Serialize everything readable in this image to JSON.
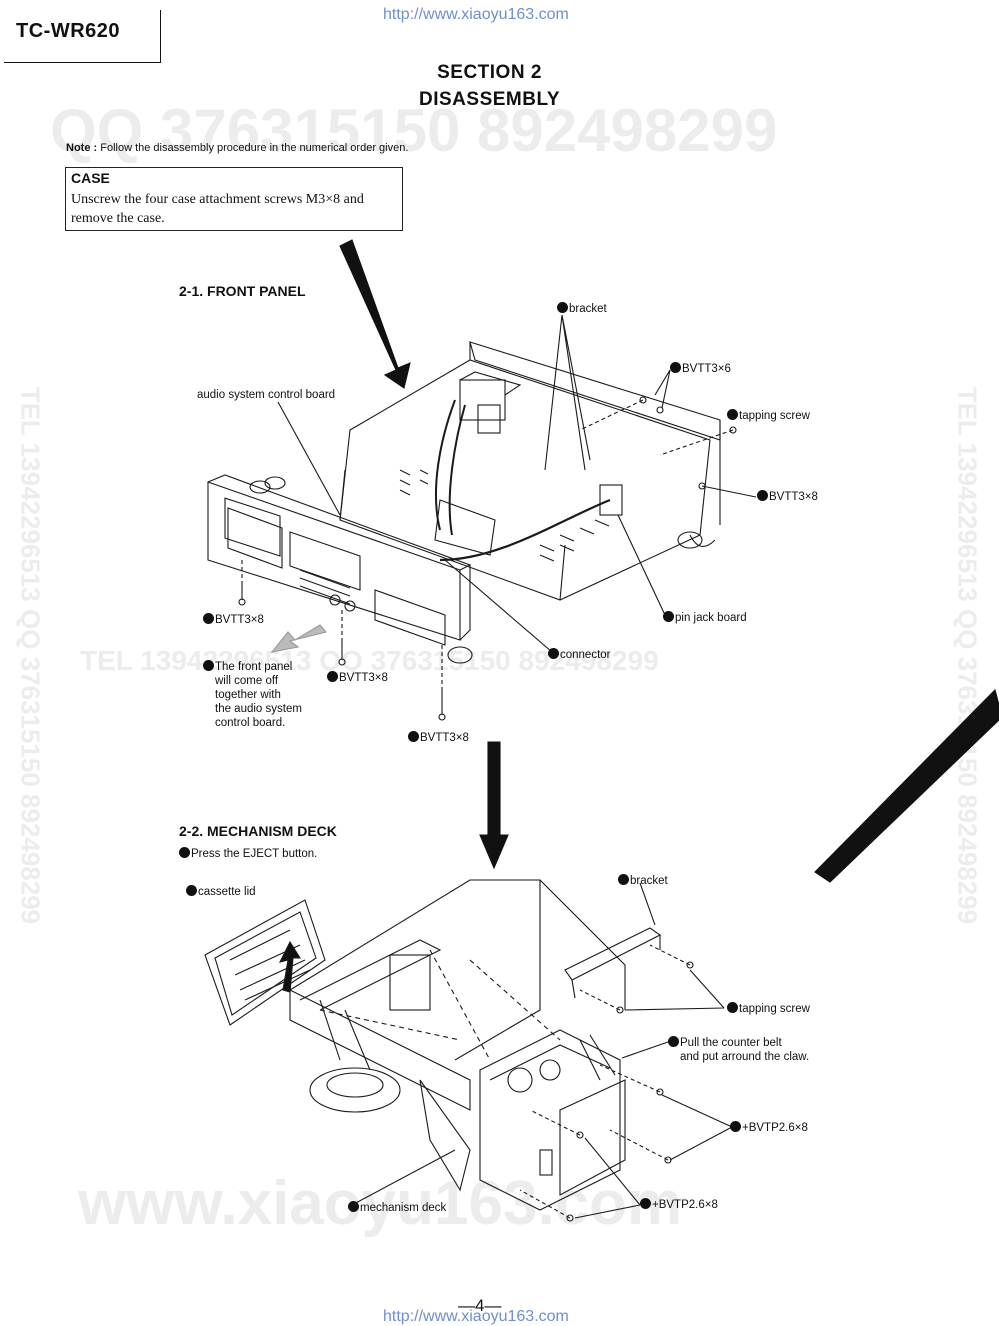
{
  "header": {
    "model": "TC-WR620",
    "url_top": "http://www.xiaoyu163.com",
    "url_bottom": "http://www.xiaoyu163.com"
  },
  "title": {
    "line1": "SECTION 2",
    "line2": "DISASSEMBLY"
  },
  "watermarks": {
    "qq_line": "QQ 376315150    892498299",
    "tel_line": "TEL 13942296513   QQ 376315150   892498299",
    "side_vertical": "TEL 13942296513  QQ 376315150  892498299",
    "www": "www.xiaoyu163.com"
  },
  "note": {
    "label": "Note :",
    "text": "Follow the disassembly procedure in the numerical order given."
  },
  "case": {
    "heading": "CASE",
    "text": "Unscrew the four case attachment screws M3×8 and remove the case."
  },
  "section_front": {
    "heading": "2-1. FRONT PANEL",
    "labels": {
      "bracket": "bracket",
      "bvtt3x6": "BVTT3×6",
      "tapping_screw": "tapping screw",
      "audio_board": "audio system control board",
      "bvtt3x8_right": "BVTT3×8",
      "pin_jack": "pin jack board",
      "connector": "connector",
      "bvtt3x8_left": "BVTT3×8",
      "bvtt3x8_mid": "BVTT3×8",
      "bvtt3x8_bottom": "BVTT3×8",
      "front_panel_note": [
        "The front panel",
        "will come off",
        "together with",
        "the audio system",
        "control board."
      ]
    }
  },
  "section_mech": {
    "heading": "2-2. MECHANISM DECK",
    "step1": "Press the EJECT button.",
    "labels": {
      "cassette_lid": "cassette lid",
      "bracket": "bracket",
      "tapping_screw": "tapping screw",
      "counter_belt": [
        "Pull the counter belt",
        "and put arround the claw."
      ],
      "bvtp_right": "+BVTP2.6×8",
      "bvtp_bottom": "+BVTP2.6×8",
      "mech_deck": "mechanism deck"
    }
  },
  "page_number": "—4—"
}
